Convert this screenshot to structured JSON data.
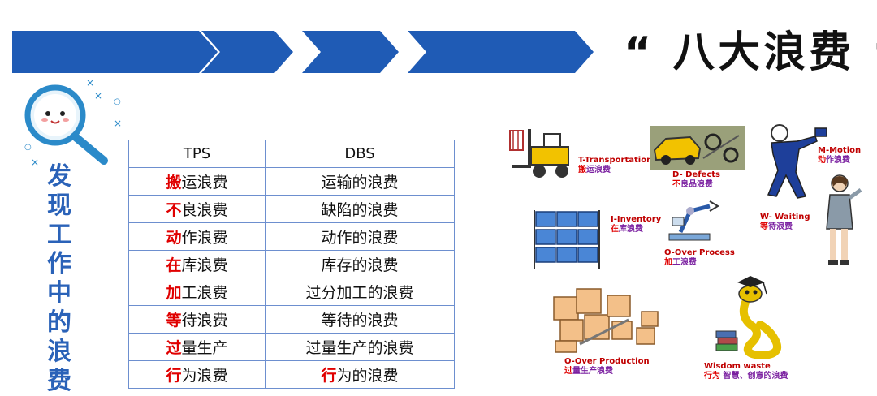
{
  "title": "“ 八大浪费 “",
  "side_heading": [
    "发",
    "现",
    "工",
    "作",
    "中",
    "的",
    "浪",
    "费"
  ],
  "table": {
    "headers": [
      "TPS",
      "DBS"
    ],
    "rows": [
      {
        "tps_first": "搬",
        "tps_rest": "运浪费",
        "dbs_first": "",
        "dbs_rest": "运输的浪费"
      },
      {
        "tps_first": "不",
        "tps_rest": "良浪费",
        "dbs_first": "",
        "dbs_rest": "缺陷的浪费"
      },
      {
        "tps_first": "动",
        "tps_rest": "作浪费",
        "dbs_first": "",
        "dbs_rest": "动作的浪费"
      },
      {
        "tps_first": "在",
        "tps_rest": "库浪费",
        "dbs_first": "",
        "dbs_rest": "库存的浪费"
      },
      {
        "tps_first": "加",
        "tps_rest": "工浪费",
        "dbs_first": "",
        "dbs_rest": "过分加工的浪费"
      },
      {
        "tps_first": "等",
        "tps_rest": "待浪费",
        "dbs_first": "",
        "dbs_rest": "等待的浪费"
      },
      {
        "tps_first": "过",
        "tps_rest": "量生产",
        "dbs_first": "",
        "dbs_rest": "过量生产的浪费"
      },
      {
        "tps_first": "行",
        "tps_rest": "为浪费",
        "dbs_first": "行",
        "dbs_rest": "为的浪费"
      }
    ]
  },
  "wastes": {
    "transport": {
      "en": "T-Transportation",
      "cn_first": "搬",
      "cn_rest": "运浪费"
    },
    "defects": {
      "en": "D- Defects",
      "cn_first": "不",
      "cn_rest": "良品浪费"
    },
    "motion": {
      "en": "M-Motion",
      "cn_first": "动",
      "cn_rest": "作浪费"
    },
    "inventory": {
      "en": "I-Inventory",
      "cn_first": "在",
      "cn_rest": "库浪费"
    },
    "process": {
      "en": "O-Over Process",
      "cn_first": "加",
      "cn_rest": "工浪费"
    },
    "waiting": {
      "en": "W- Waiting",
      "cn_first": "等",
      "cn_rest": "待浪费"
    },
    "production": {
      "en": "O-Over Production",
      "cn_first": "过",
      "cn_rest": "量生产浪费"
    },
    "wisdom": {
      "en": "Wisdom waste",
      "cn_first": "行为",
      "cn_rest": " 智慧、创意的浪费"
    }
  },
  "colors": {
    "banner": "#1f5bb5",
    "accent_red": "#e00000",
    "side_text": "#2a62b8",
    "table_border": "#6d8fcf"
  }
}
